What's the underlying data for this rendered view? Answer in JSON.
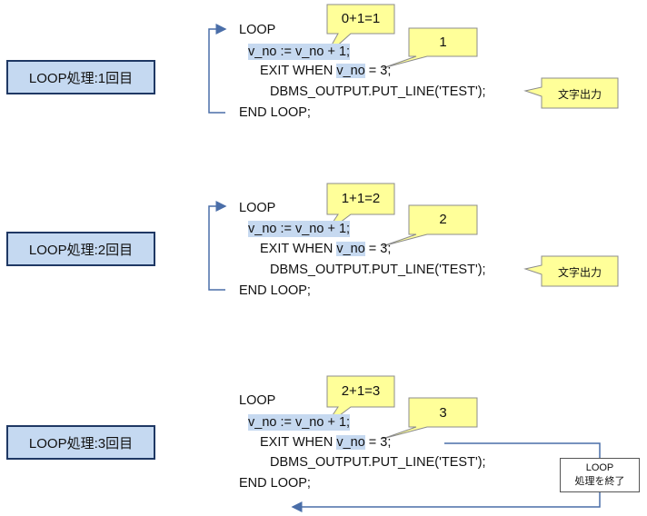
{
  "blocks": [
    {
      "label": "LOOP処理:1回目",
      "loop_kw": "LOOP",
      "assign_var": "v_no := v_no + 1;",
      "exit_prefix": "EXIT WHEN ",
      "exit_var": "v_no",
      "exit_suffix": " = 3;",
      "output_line": "DBMS_OUTPUT.PUT_LINE('TEST');",
      "end_loop": "END LOOP;",
      "calc_callout": "0+1=1",
      "value_callout": "1",
      "output_note": "文字出力"
    },
    {
      "label": "LOOP処理:2回目",
      "loop_kw": "LOOP",
      "assign_var": "v_no := v_no + 1;",
      "exit_prefix": "EXIT WHEN ",
      "exit_var": "v_no",
      "exit_suffix": " = 3;",
      "output_line": "DBMS_OUTPUT.PUT_LINE('TEST');",
      "end_loop": "END LOOP;",
      "calc_callout": "1+1=2",
      "value_callout": "2",
      "output_note": "文字出力"
    },
    {
      "label": "LOOP処理:3回目",
      "loop_kw": "LOOP",
      "assign_var": "v_no := v_no + 1;",
      "exit_prefix": "EXIT WHEN ",
      "exit_var": "v_no",
      "exit_suffix": " = 3;",
      "output_line": "DBMS_OUTPUT.PUT_LINE('TEST');",
      "end_loop": "END LOOP;",
      "calc_callout": "2+1=3",
      "value_callout": "3",
      "exit_note_line1": "LOOP",
      "exit_note_line2": "処理を終了"
    }
  ],
  "colors": {
    "label_fill": "#c5d9f1",
    "label_border": "#1f3864",
    "highlight": "#c6d9f0",
    "callout_fill": "#ffff99",
    "arrow": "#4a6ea8"
  }
}
